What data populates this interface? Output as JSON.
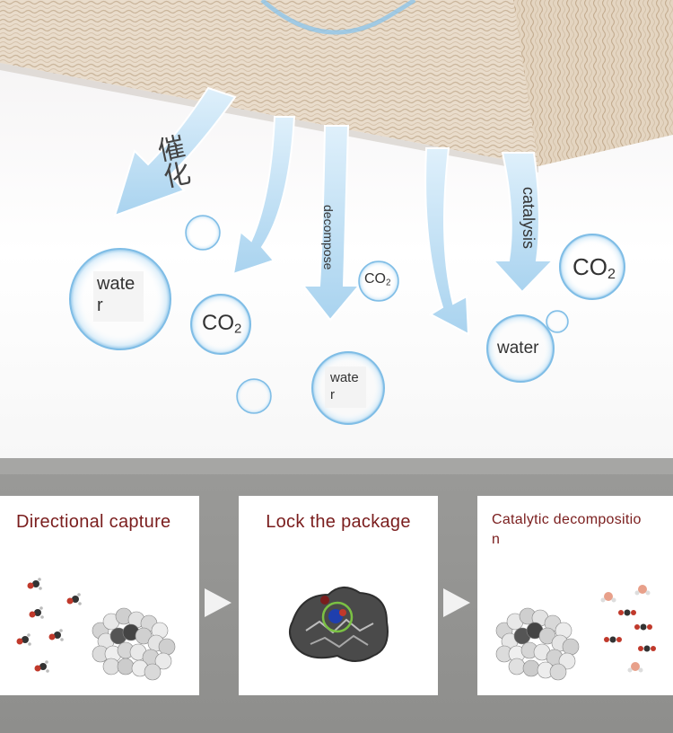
{
  "scene": {
    "labels": {
      "cuihua": "催化",
      "decompose": "decompose",
      "catalysis": "catalysis"
    },
    "bubbles": [
      {
        "text": "wate\nr",
        "kind": "water"
      },
      {
        "text": "CO",
        "sub": "2",
        "kind": "co2"
      },
      {
        "text": "wate\nr",
        "kind": "water"
      },
      {
        "text": "CO",
        "sub": "2",
        "kind": "co2"
      },
      {
        "text": "water",
        "kind": "water"
      },
      {
        "text": "CO",
        "sub": "2",
        "kind": "co2"
      }
    ]
  },
  "process": {
    "steps": [
      {
        "title": "Directional capture"
      },
      {
        "title": "Lock the package"
      },
      {
        "title": "Catalytic decompositio\nn"
      }
    ]
  },
  "colors": {
    "title_red": "#7a1d1d",
    "band_gray": "#939391",
    "bubble_blue": "#8ec6ea",
    "arrow_blue": "#b9ddf3"
  }
}
